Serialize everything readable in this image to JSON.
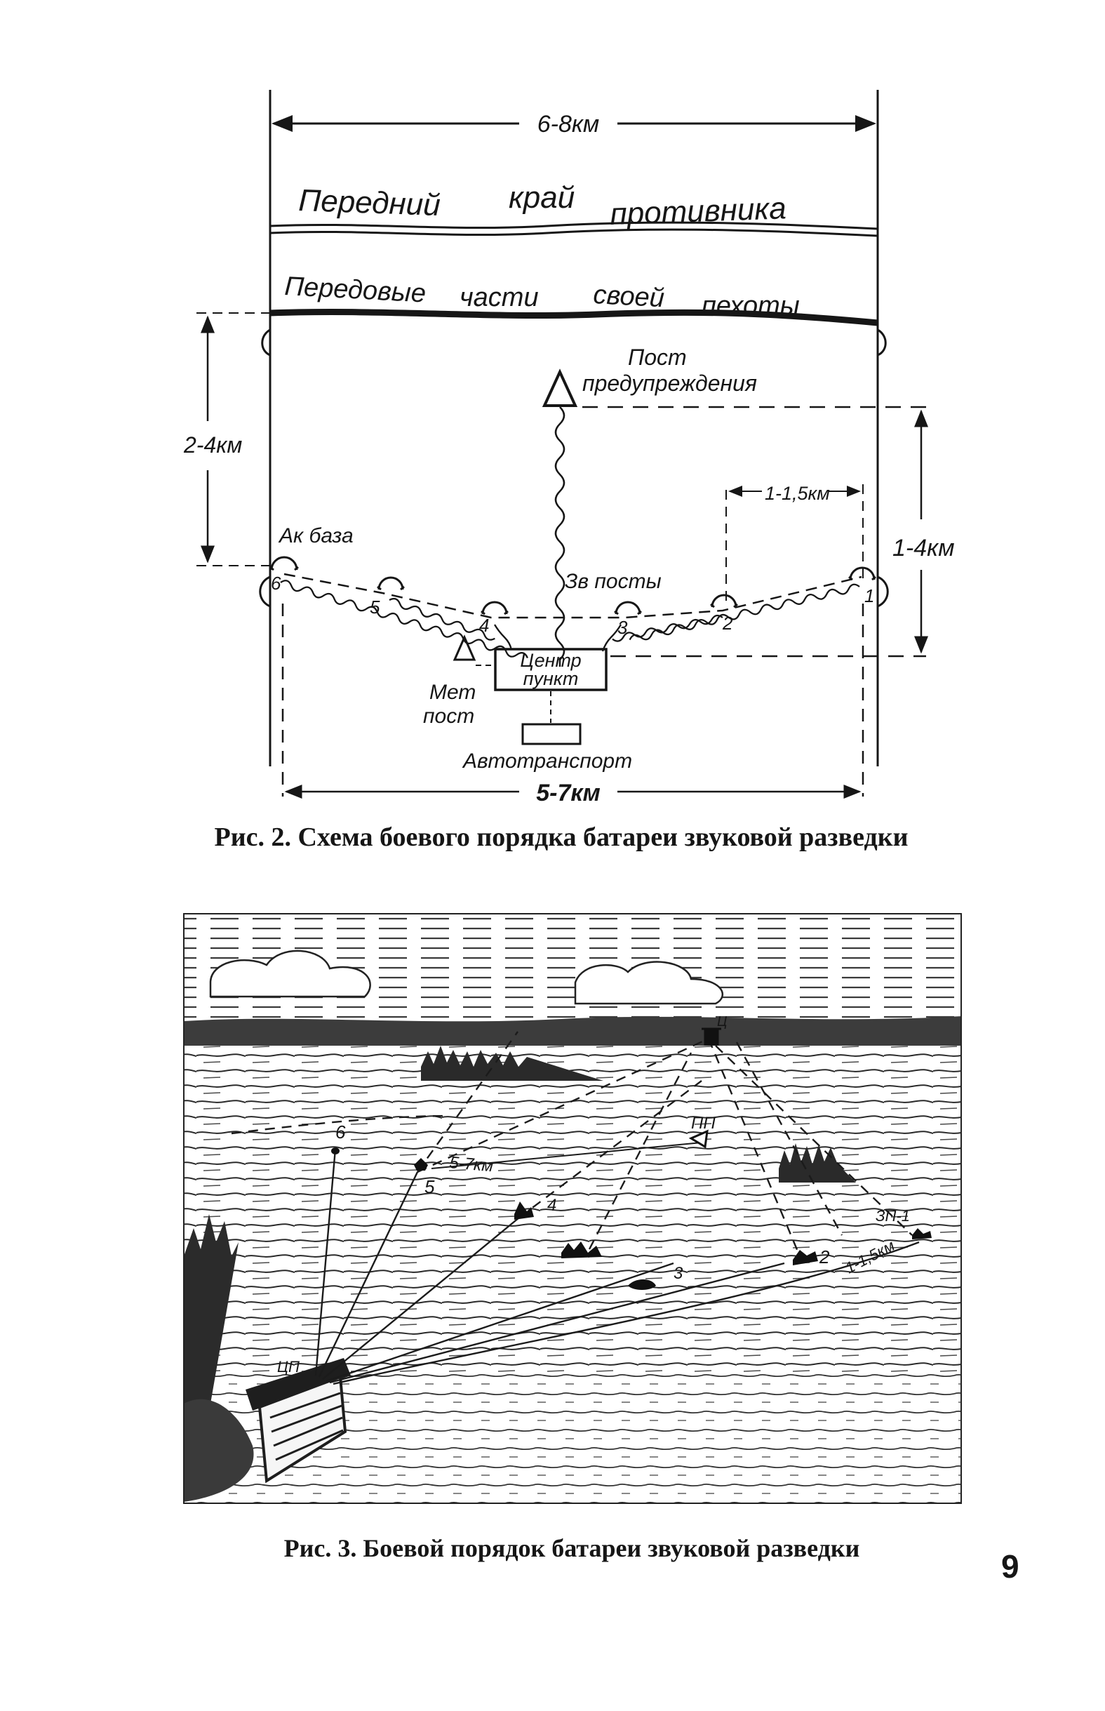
{
  "figure2": {
    "dim_top": "6-8км",
    "enemy_edge": [
      "Передний",
      "край",
      "противника"
    ],
    "own_infantry": [
      "Передовые",
      "части",
      "своей",
      "пехоты"
    ],
    "warning_post": [
      "Пост",
      "предупреждения"
    ],
    "dim_left": "2-4км",
    "dim_spacing": "1-1,5км",
    "dim_right": "1-4км",
    "acoustic_base": "Ак база",
    "sound_posts": "Зв посты",
    "post_numbers": [
      "6",
      "5",
      "4",
      "3",
      "2",
      "1"
    ],
    "center_point": [
      "Центр",
      "пункт"
    ],
    "met_post": [
      "Мет",
      "пост"
    ],
    "motor_transport": "Автотранспорт",
    "dim_bottom": "5-7км",
    "caption": "Рис. 2. Схема боевого порядка батареи звуковой разведки"
  },
  "figure3": {
    "labels": {
      "post6": "6",
      "post5": "5",
      "post4": "4",
      "post3": "3",
      "post2": "2",
      "base_len": "5-7км",
      "spacing": "1-1,5км",
      "pp": "ПП",
      "zp": "ЗП-1",
      "cp": "ЦП",
      "target": "Ц"
    },
    "caption": "Рис. 3. Боевой порядок батареи звуковой разведки"
  },
  "page_number": "9"
}
